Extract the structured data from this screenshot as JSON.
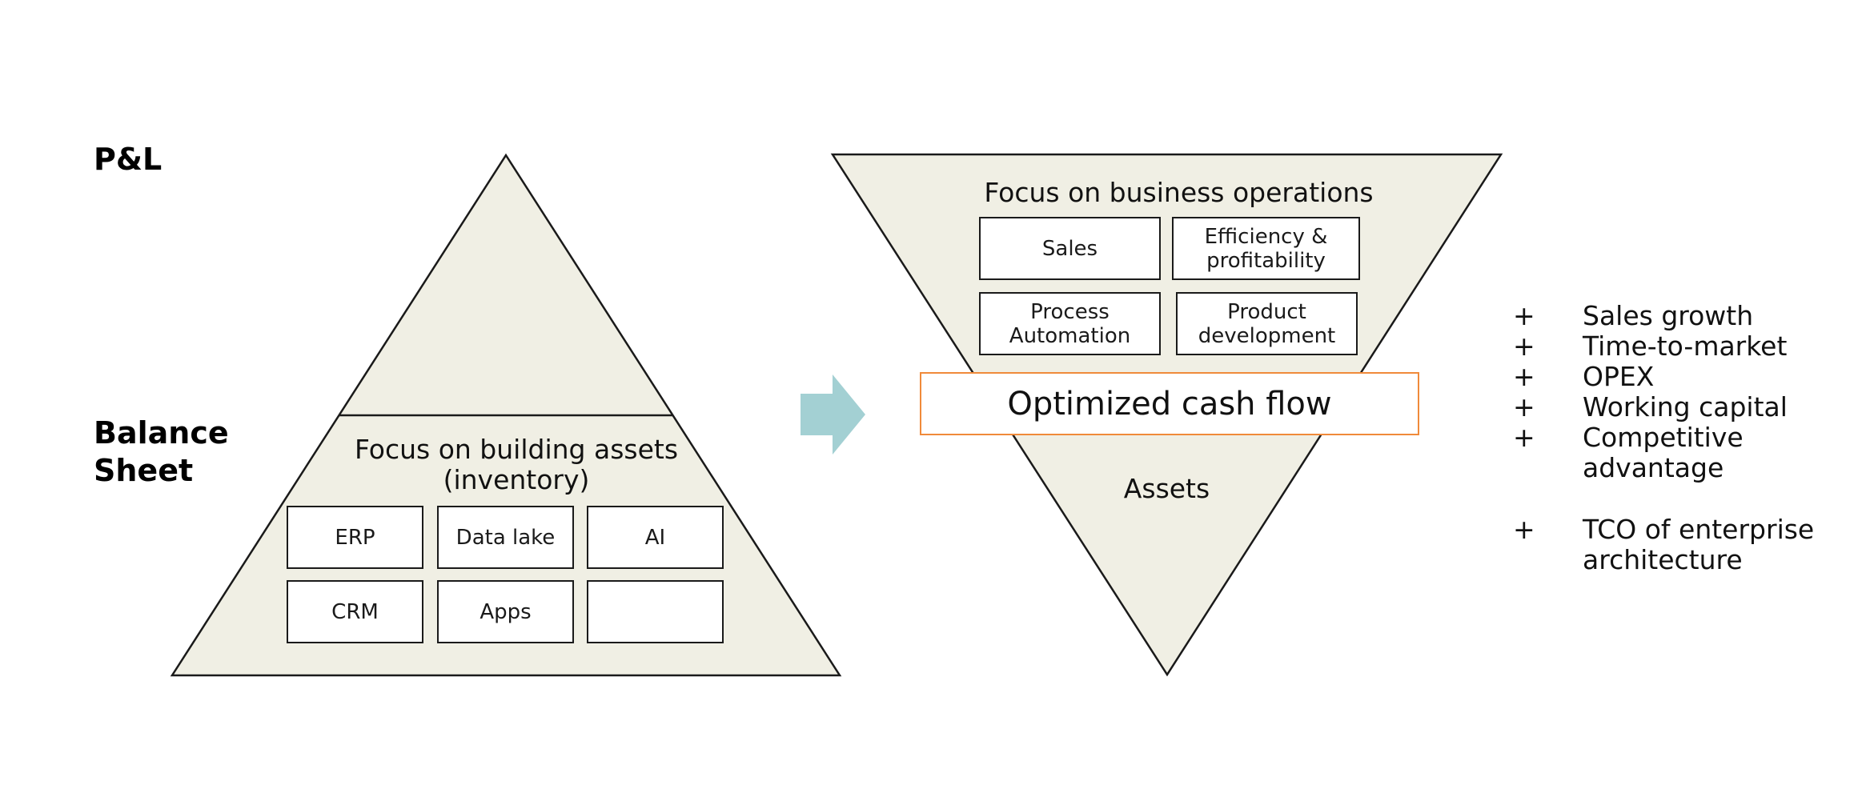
{
  "labels": {
    "pl": "P&L",
    "balance_sheet": "Balance\nSheet"
  },
  "left_pyramid": {
    "focus": "Focus on building assets\n(inventory)",
    "boxes": [
      "ERP",
      "Data lake",
      "AI",
      "CRM",
      "Apps",
      ""
    ]
  },
  "right_pyramid": {
    "focus": "Focus on business operations",
    "boxes": [
      "Sales",
      "Efficiency &\nprofitability",
      "Process\nAutomation",
      "Product\ndevelopment"
    ],
    "cash_flow": "Optimized cash flow",
    "assets": "Assets"
  },
  "benefits": [
    {
      "sign": "+",
      "text": "Sales growth"
    },
    {
      "sign": "+",
      "text": "Time-to-market"
    },
    {
      "sign": "+",
      "text": "OPEX"
    },
    {
      "sign": "+",
      "text": "Working capital"
    },
    {
      "sign": "+",
      "text": "Competitive\nadvantage"
    },
    {
      "sign": "+",
      "text": "TCO of enterprise\narchitecture"
    }
  ],
  "colors": {
    "shape_fill": "#f0efe4",
    "outline": "#1a1a1a",
    "arrow": "#a3d0d3",
    "cash_flow_border": "#f08a3a"
  }
}
